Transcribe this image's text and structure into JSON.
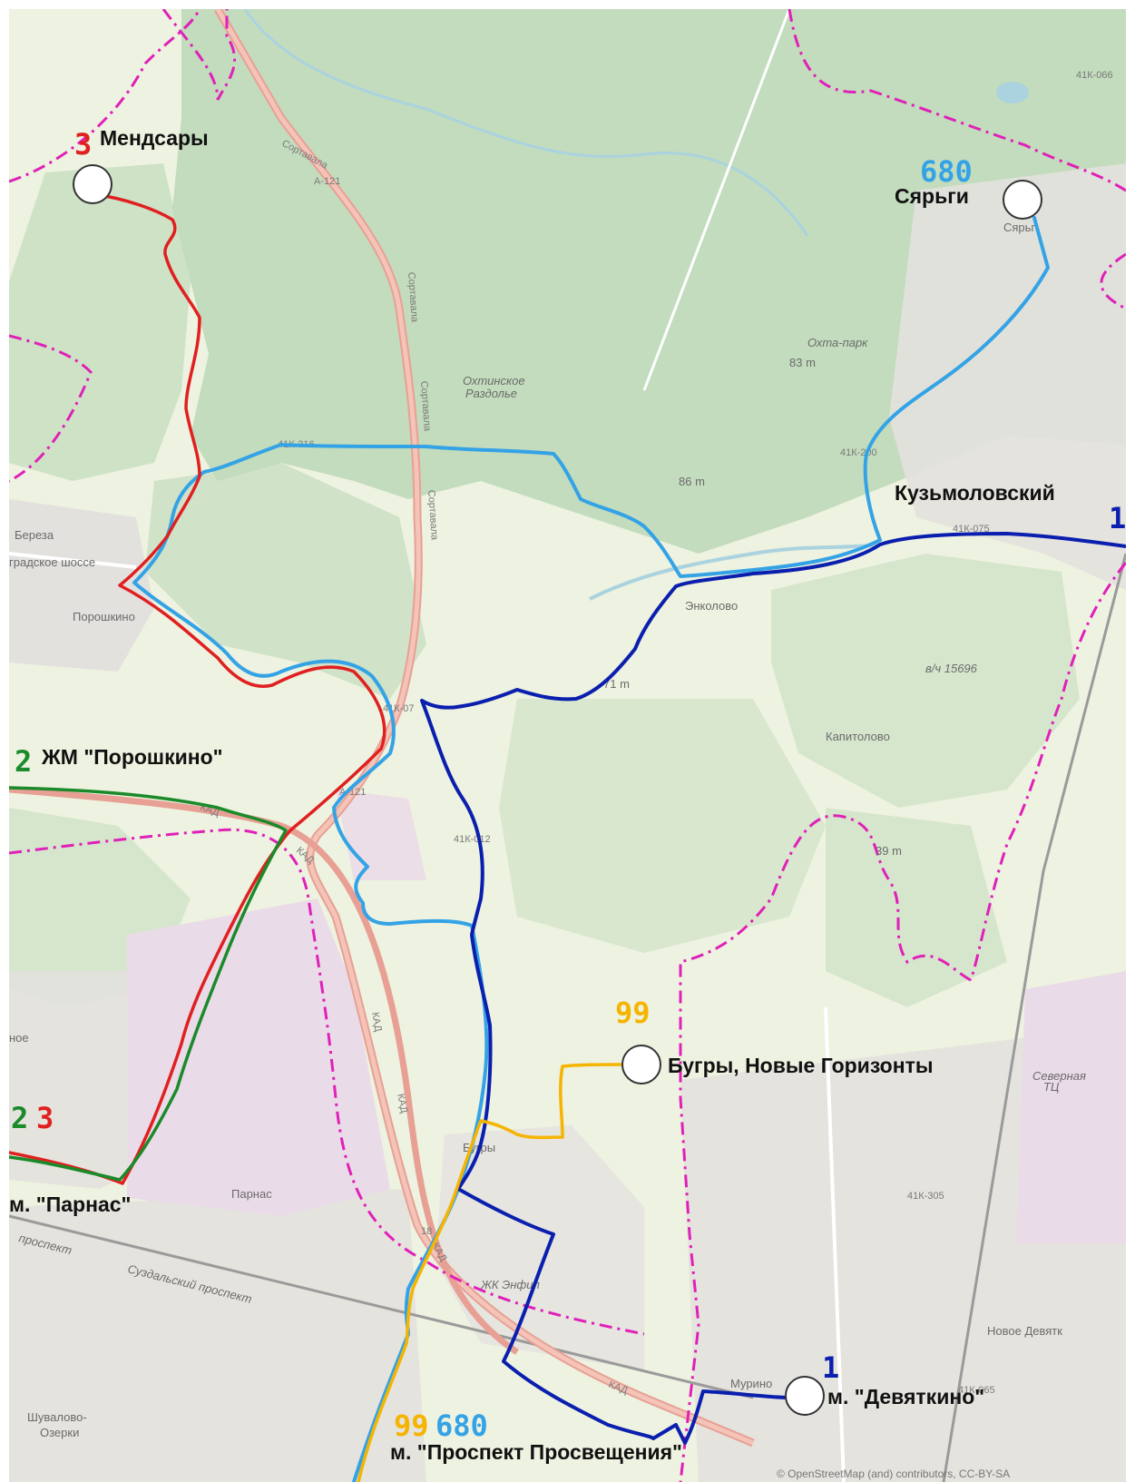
{
  "colors": {
    "route_3": "#e02020",
    "route_2": "#1a8a2a",
    "route_680": "#34a3e6",
    "route_1": "#0a1fae",
    "route_99": "#f5b400",
    "boundary": "#e020b8",
    "highway": "#e8a095",
    "forest": "#c3dcbd",
    "urban": "#e3e1de",
    "industrial": "#eadbe8",
    "field": "#eef2e0"
  },
  "stops": [
    {
      "id": "mendsary",
      "name": "Мендсары",
      "routes": [
        "3"
      ]
    },
    {
      "id": "syargi",
      "name": "Сярьги",
      "routes": [
        "680"
      ]
    },
    {
      "id": "kuzmolovsky",
      "name": "Кузьмоловский",
      "routes": [
        "1"
      ]
    },
    {
      "id": "zhm-poroshkino",
      "name": "ЖМ \"Порошкино\"",
      "routes": [
        "2"
      ]
    },
    {
      "id": "bugry-novye-gorizonty",
      "name": "Бугры, Новые Горизонты",
      "routes": [
        "99"
      ]
    },
    {
      "id": "m-parnas",
      "name": "м. \"Парнас\"",
      "routes": [
        "2",
        "3"
      ]
    },
    {
      "id": "m-devyatkino",
      "name": "м. \"Девяткино\"",
      "routes": [
        "1"
      ]
    },
    {
      "id": "m-prospekt-prosvescheniya",
      "name": "м. \"Проспект Просвещения\"",
      "routes": [
        "99",
        "680"
      ]
    }
  ],
  "routes": [
    {
      "number": "3"
    },
    {
      "number": "2"
    },
    {
      "number": "680"
    },
    {
      "number": "1"
    },
    {
      "number": "99"
    }
  ],
  "place_labels": {
    "bereza": "Береза",
    "shosse": "градское шоссе",
    "poroshkino": "Порошкино",
    "enkolovo": "Энколово",
    "kapitolovo": "Капитолово",
    "bugry": "Бугры",
    "parnas": "Парнас",
    "murino": "Мурино",
    "novoe_devyatkino": "Новое Девятк",
    "shuvalovo": "Шувалово-",
    "ozerki": "Озерки",
    "okhtinskoe": "Охтинское",
    "razdolye": "Раздолье",
    "okhta_park": "Охта-парк",
    "vch": "в/ч 15696",
    "severnaya": "Северная",
    "tts": "ТЦ",
    "zhk_enfil": "ЖК Энфил",
    "noe": "ное",
    "syargi_small": "Сярьг",
    "suzdalsky": "Суздальский проспект",
    "prospekt": "проспект",
    "elev_83": "83 m",
    "elev_86": "86 m",
    "elev_71": "71 m",
    "elev_39": "39 m"
  },
  "road_labels": {
    "a121_top": "А-121",
    "a121_mid": "А-121",
    "sortavala_1": "Сортавала",
    "sortavala_2": "Сортавала",
    "sortavala_3": "Сортавала",
    "sortavala_4": "Сортавала",
    "r41k316": "41К-316",
    "r41k200": "41К-200",
    "r41k075": "41К-075",
    "r41k07": "41К-07",
    "r41k012": "41К-012",
    "r41k305": "41К-305",
    "r41k065": "41К-065",
    "r41k066": "41К-066",
    "kad_1": "КАД",
    "kad_2": "КАД",
    "kad_3": "КАД",
    "kad_4": "КАД",
    "kad_5": "КАД",
    "kad_6": "КАД",
    "e18": "18"
  },
  "attribution": "© OpenStreetMap (and) contributors, CC-BY-SA"
}
